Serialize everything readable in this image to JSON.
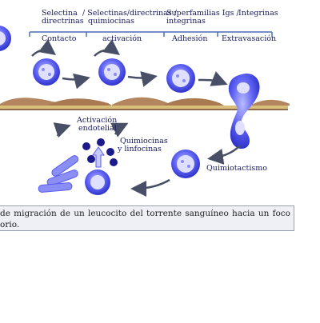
{
  "diagram": {
    "headers": {
      "h1": "Selectina",
      "h1b": "directrinas",
      "h2": "/ Selectinas/directrinas /",
      "h2b": "quimiocinas",
      "h3": "Superfamilias Igs /",
      "h3b": "integrinas",
      "h4": "Integrinas"
    },
    "stages": {
      "s1": "Contacto",
      "s2": "activación",
      "s3": "Adhesión",
      "s4": "Extravasación"
    },
    "labels": {
      "activacion": "Activación",
      "endotelial": "endotelial",
      "quimiocinas": "Quimiocinas",
      "linfocinas": "y  linfocinas",
      "quimiotactismo": "Quimiotactismo"
    },
    "colors": {
      "cell_fill": "#5a5ef0",
      "cell_nucleus": "#dfe0ff",
      "endothelium": "#b3855e",
      "arrow": "#4a4f68",
      "bracket": "#4a6fb5"
    }
  },
  "caption": {
    "line1": "de  migración  de  un  leucocito  del  torrente  sanguíneo  hacia  un  foco",
    "line2": "orio."
  }
}
